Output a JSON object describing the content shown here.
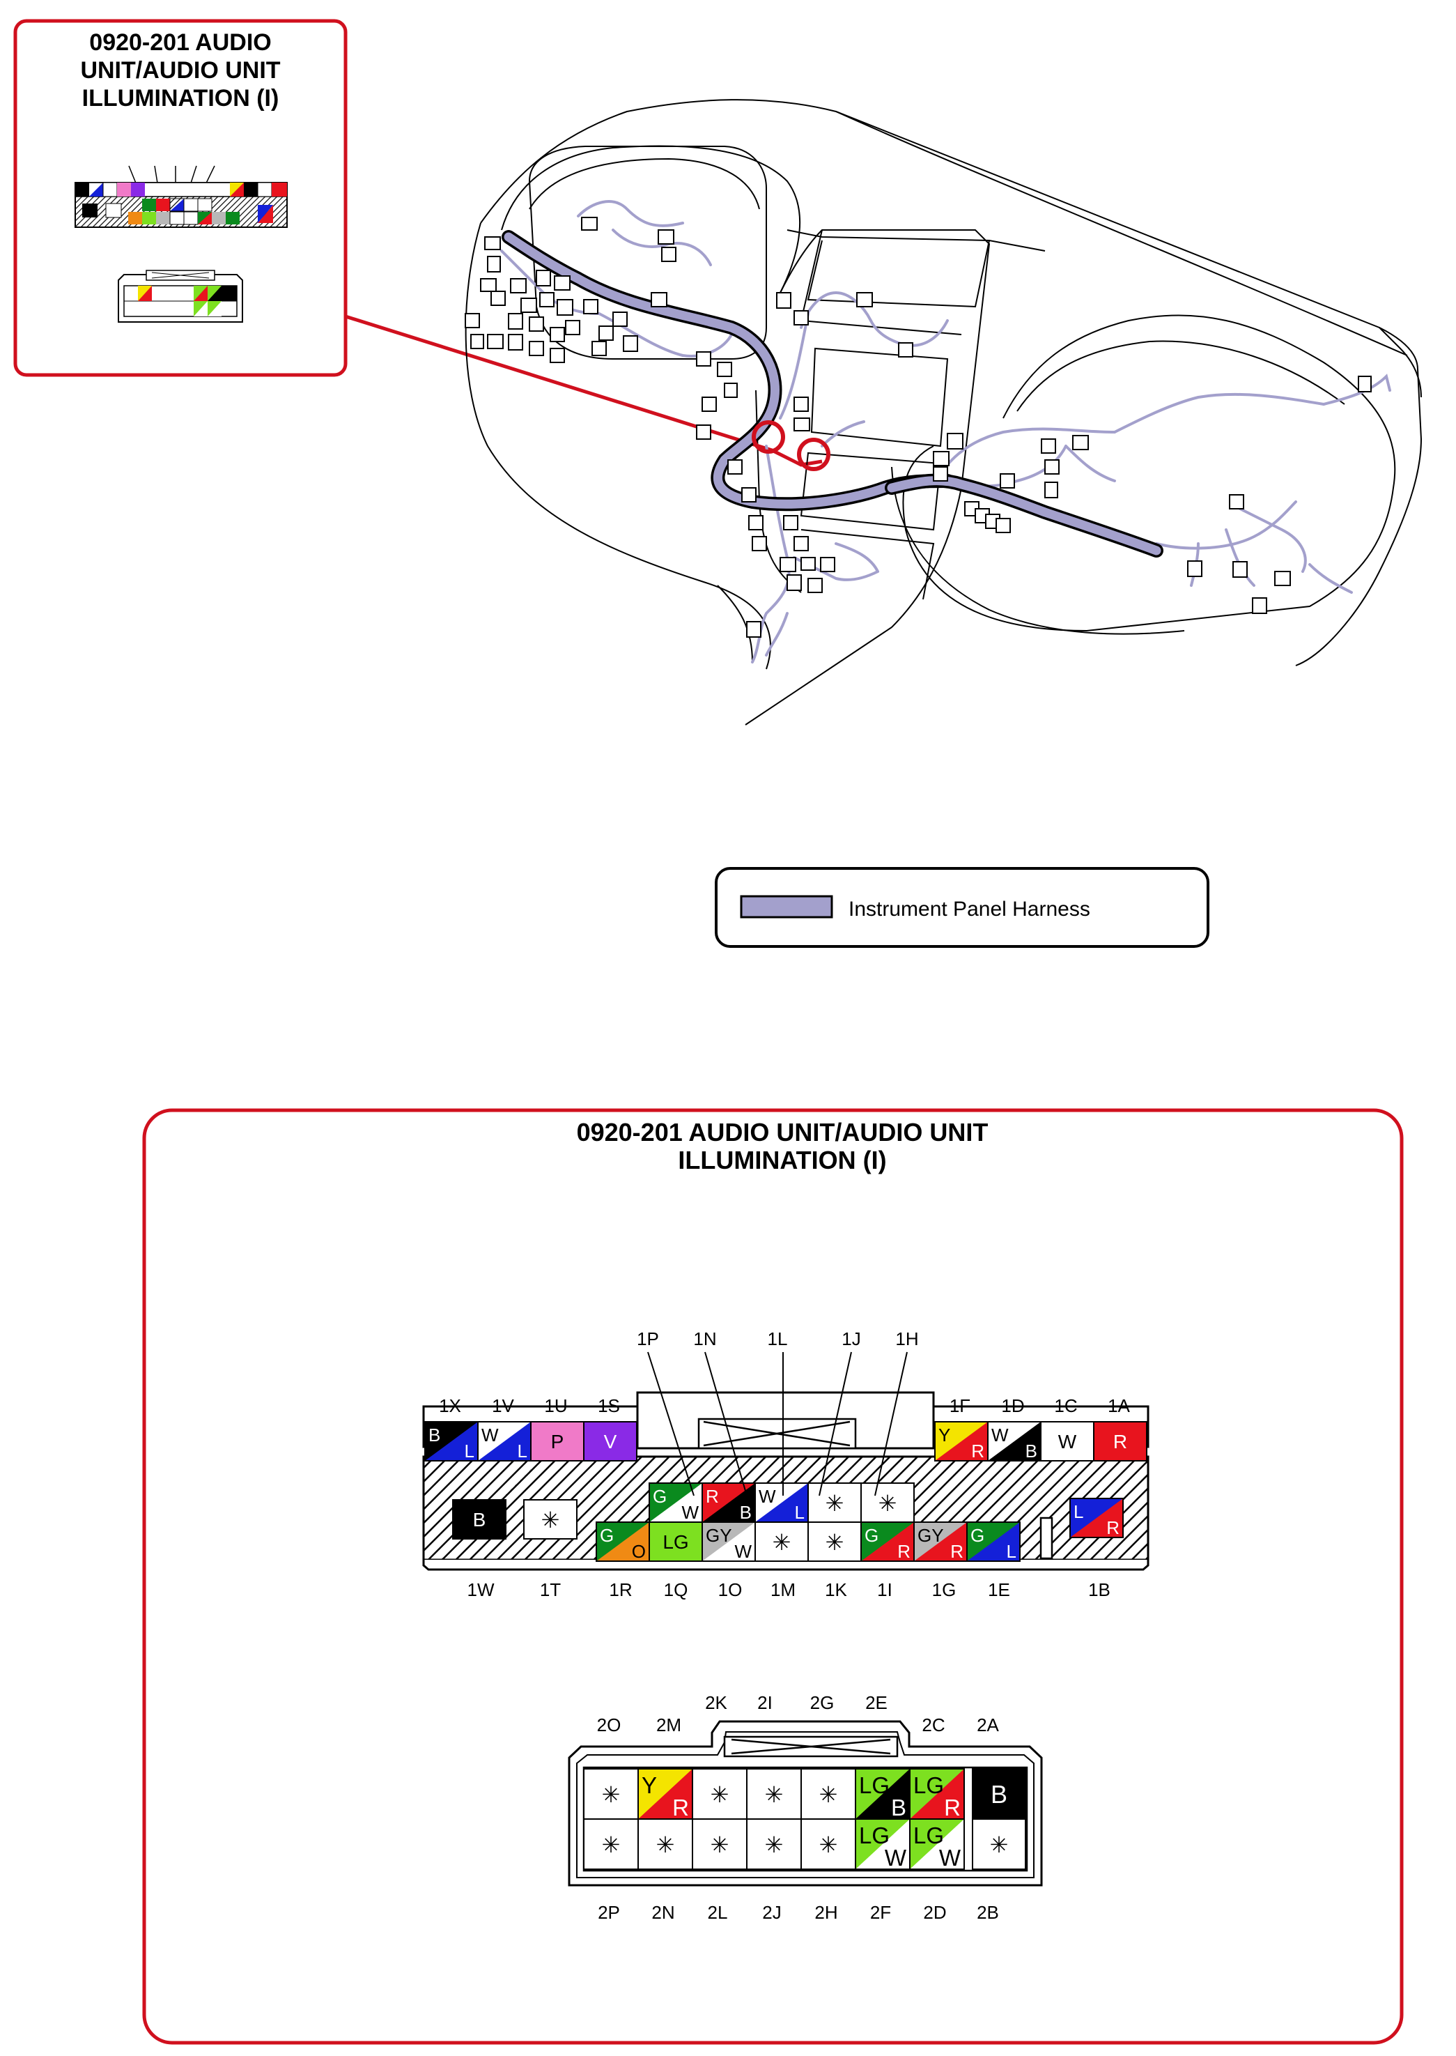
{
  "inset": {
    "title_lines": [
      "0920-201 AUDIO",
      "UNIT/AUDIO UNIT",
      "ILLUMINATION (I)"
    ]
  },
  "legend": {
    "label": "Instrument Panel Harness",
    "harness_color": "#a3a0cc"
  },
  "detail": {
    "title_lines": [
      "0920-201 AUDIO UNIT/AUDIO UNIT",
      "ILLUMINATION (I)"
    ]
  },
  "colors": {
    "frame_red": "#d0101e",
    "B": "#000000",
    "W": "#ffffff",
    "L": "#1420d8",
    "P": "#f07ac8",
    "V": "#8a2ae6",
    "Y": "#f4e400",
    "R": "#e8141e",
    "G": "#0a8a1e",
    "O": "#f08a14",
    "LG": "#7de020",
    "GY": "#b8b8b8"
  },
  "connector1": {
    "top_labels": [
      "1X",
      "1V",
      "1U",
      "1S",
      "1F",
      "1D",
      "1C",
      "1A"
    ],
    "callout_labels": [
      "1P",
      "1N",
      "1L",
      "1J",
      "1H"
    ],
    "bottom_labels": [
      "1W",
      "1T",
      "1R",
      "1Q",
      "1O",
      "1M",
      "1K",
      "1I",
      "1G",
      "1E",
      "1B"
    ],
    "top_cells": [
      {
        "pin": "1X",
        "a": "B",
        "b": "L"
      },
      {
        "pin": "1V",
        "a": "W",
        "b": "L"
      },
      {
        "pin": "1U",
        "s": "P"
      },
      {
        "pin": "1S",
        "s": "V"
      },
      {
        "pin": "1F",
        "a": "Y",
        "b": "R"
      },
      {
        "pin": "1D",
        "a": "W",
        "b": "B"
      },
      {
        "pin": "1C",
        "s": "W"
      },
      {
        "pin": "1A",
        "s": "R"
      }
    ],
    "mid_cells": [
      {
        "pin": "1P",
        "a": "G",
        "b": "W"
      },
      {
        "pin": "1N",
        "a": "R",
        "b": "B"
      },
      {
        "pin": "1L",
        "a": "W",
        "b": "L"
      },
      {
        "pin": "1J",
        "x": true
      },
      {
        "pin": "1H",
        "x": true
      }
    ],
    "low_cells": [
      {
        "pin": "1R",
        "a": "G",
        "b": "O"
      },
      {
        "pin": "1Q",
        "s": "LG"
      },
      {
        "pin": "1O",
        "a": "GY",
        "b": "W"
      },
      {
        "pin": "1M",
        "x": true
      },
      {
        "pin": "1K",
        "x": true
      },
      {
        "pin": "1I",
        "a": "G",
        "b": "R"
      },
      {
        "pin": "1G",
        "a": "GY",
        "b": "R"
      },
      {
        "pin": "1E",
        "a": "G",
        "b": "L"
      }
    ],
    "pin_1W": {
      "s": "B"
    },
    "pin_1T": {
      "x": true
    },
    "pin_1B": {
      "a": "L",
      "b": "R"
    }
  },
  "connector2": {
    "top_labels": [
      "2O",
      "2M",
      "2K",
      "2I",
      "2G",
      "2E",
      "2C",
      "2A"
    ],
    "bottom_labels": [
      "2P",
      "2N",
      "2L",
      "2J",
      "2H",
      "2F",
      "2D",
      "2B"
    ],
    "row1": [
      {
        "pin": "2O",
        "x": true
      },
      {
        "pin": "2M",
        "a": "Y",
        "b": "R"
      },
      {
        "pin": "2K",
        "x": true
      },
      {
        "pin": "2I",
        "x": true
      },
      {
        "pin": "2G",
        "x": true
      },
      {
        "pin": "2E",
        "a": "LG",
        "b": "B"
      },
      {
        "pin": "2C",
        "a": "LG",
        "b": "R"
      },
      {
        "pin": "2A",
        "s": "B"
      }
    ],
    "row2": [
      {
        "pin": "2P",
        "x": true
      },
      {
        "pin": "2N",
        "x": true
      },
      {
        "pin": "2L",
        "x": true
      },
      {
        "pin": "2J",
        "x": true
      },
      {
        "pin": "2H",
        "x": true
      },
      {
        "pin": "2F",
        "a": "LG",
        "b": "W"
      },
      {
        "pin": "2D",
        "a": "LG",
        "b": "W"
      },
      {
        "pin": "2B",
        "x": true
      }
    ]
  }
}
